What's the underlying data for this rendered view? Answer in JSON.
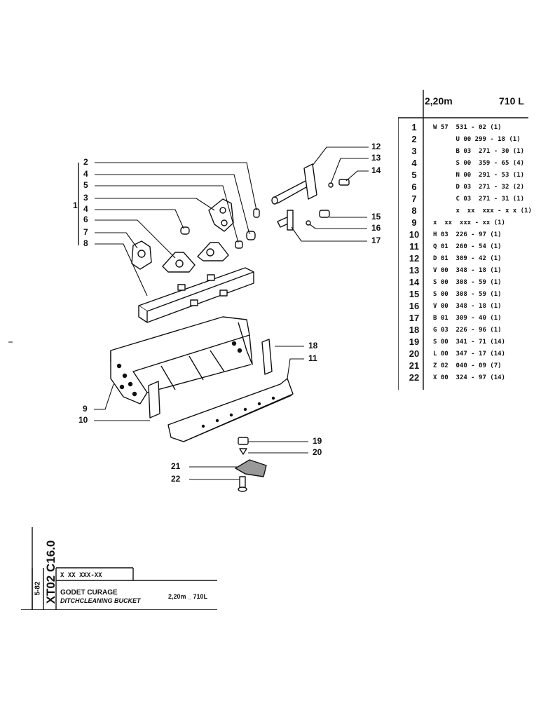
{
  "parts_table": {
    "header": {
      "size": "2,20m",
      "model": "710 L"
    },
    "rows": [
      {
        "no": "1",
        "ref": "W 57  531 - 02 (1)"
      },
      {
        "no": "2",
        "ref": "      U 00 299 - 18 (1)"
      },
      {
        "no": "3",
        "ref": "      B 03  271 - 30 (1)"
      },
      {
        "no": "4",
        "ref": "      S 00  359 - 65 (4)"
      },
      {
        "no": "5",
        "ref": "      N 00  291 - 53 (1)"
      },
      {
        "no": "6",
        "ref": "      D 03  271 - 32 (2)"
      },
      {
        "no": "7",
        "ref": "      C 03  271 - 31 (1)"
      },
      {
        "no": "8",
        "ref": "      x  xx  xxx - x x (1)"
      },
      {
        "no": "9",
        "ref": "x  xx  xxx - xx (1)"
      },
      {
        "no": "10",
        "ref": "H 03  226 - 97 (1)"
      },
      {
        "no": "11",
        "ref": "Q 01  260 - 54 (1)"
      },
      {
        "no": "12",
        "ref": "D 01  309 - 42 (1)"
      },
      {
        "no": "13",
        "ref": "V 00  348 - 18 (1)"
      },
      {
        "no": "14",
        "ref": "S 00  308 - 59 (1)"
      },
      {
        "no": "15",
        "ref": "S 00  308 - 59 (1)"
      },
      {
        "no": "16",
        "ref": "V 00  348 - 18 (1)"
      },
      {
        "no": "17",
        "ref": "B 01  309 - 40 (1)"
      },
      {
        "no": "18",
        "ref": "G 03  226 - 96 (1)"
      },
      {
        "no": "19",
        "ref": "S 00  341 - 71 (14)"
      },
      {
        "no": "20",
        "ref": "L 00  347 - 17 (14)"
      },
      {
        "no": "21",
        "ref": "Z 02  040 - 09 (7)"
      },
      {
        "no": "22",
        "ref": "X 00  324 - 97 (14)"
      }
    ]
  },
  "callouts": {
    "c1": "1",
    "c2": "2",
    "c3": "3",
    "c4a": "4",
    "c4b": "4",
    "c5": "5",
    "c6": "6",
    "c7": "7",
    "c8": "8",
    "c9": "9",
    "c10": "10",
    "c11": "11",
    "c12": "12",
    "c13": "13",
    "c14": "14",
    "c15": "15",
    "c16": "16",
    "c17": "17",
    "c18": "18",
    "c19": "19",
    "c20": "20",
    "c21": "21",
    "c22": "22"
  },
  "title_block": {
    "drawing_code": "XT02 C16.0",
    "sheet": "5-82",
    "part_code": "X  XX  XXX-XX",
    "title_fr": "GODET  CURAGE",
    "title_en": "DITCHCLEANING  BUCKET",
    "spec": "2,20m _ 710L"
  }
}
